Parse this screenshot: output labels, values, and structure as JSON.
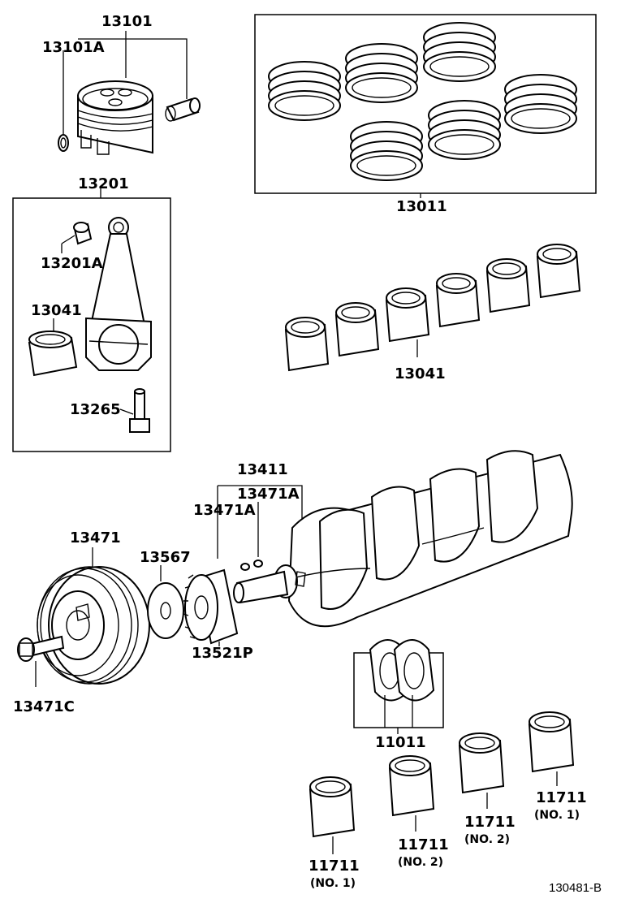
{
  "labels": {
    "piston": "13101",
    "piston_pin": "13101A",
    "ring_set": "13011",
    "conrod": "13201",
    "conrod_bushing": "13201A",
    "conrod_bearing": "13041",
    "conrod_bearing_set": "13041",
    "conrod_bolt": "13265",
    "crankshaft": "13411",
    "crank_key_upper": "13471A",
    "crank_key_lower": "13471A",
    "pulley": "13471",
    "pulley_bolt": "13471C",
    "plate": "13567",
    "timing_sprocket": "13521P",
    "thrust_washer": "11011",
    "main_bearing_1": "11711",
    "main_bearing_1_sub": "(NO. 1)",
    "main_bearing_2": "11711",
    "main_bearing_2_sub": "(NO. 2)",
    "main_bearing_3": "11711",
    "main_bearing_3_sub": "(NO. 2)",
    "main_bearing_4": "11711",
    "main_bearing_4_sub": "(NO. 1)"
  },
  "figure_ref": "130481-B"
}
